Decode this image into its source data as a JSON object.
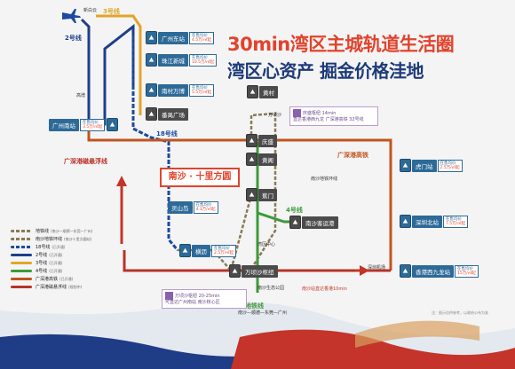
{
  "headline": {
    "line1": "30min湾区主城轨道生活圈",
    "line2": "湾区心资产 掘金价格洼地"
  },
  "colors": {
    "line2": "#1d3f8a",
    "line3": "#e2a52a",
    "line4": "#3d9a3a",
    "line18": "#1d4aa0",
    "nansha_metro_ring": "#8a7a55",
    "gz_sz_hsr": "#c0541e",
    "gz_hk_maglev": "#b83228",
    "station_blue": "#2d6a98",
    "accent_red": "#e2432d"
  },
  "line_labels": {
    "line3": "3号线",
    "line2": "2号线",
    "line18": "18号线",
    "line4": "4号线",
    "gz_sz_hsr": "广深港高铁",
    "gz_hk_maglev": "广深港磁悬浮线",
    "metro_branch": "地铁线"
  },
  "stations": {
    "xinbaiyun": "新白云",
    "guangzhou_east": {
      "name": "广州东站",
      "price_label": "在售均价",
      "price": "4.5万/㎡起"
    },
    "zhujiang_newtown": {
      "name": "珠江新城",
      "price_label": "在售均价",
      "price": "10.5万/㎡起"
    },
    "nancun_wanbo": {
      "name": "南村万博",
      "price_label": "在售均价",
      "price": "5.5万/㎡起"
    },
    "panyu_square": {
      "name": "番禺广场"
    },
    "guangzhou_south": {
      "name": "广州南站",
      "price_label": "在售均价",
      "price": "3.5万/㎡起"
    },
    "gaozeng": "高增",
    "huangcun": {
      "name": "黄村"
    },
    "wanqingsha_town": "万顷沙",
    "qingsheng": {
      "name": "庆盛"
    },
    "huangge": {
      "name": "黄阁"
    },
    "jiaomen": {
      "name": "蕉门"
    },
    "lingshan_island": {
      "name": "灵山岛",
      "price_label": "在售均价",
      "price": "4.3万/㎡起"
    },
    "hengli": {
      "name": "横沥",
      "price_label": "在售均价",
      "price": "2.5万/㎡起"
    },
    "wanqingsha_hub": {
      "name": "万顷沙枢纽"
    },
    "nansha_passenger_port": {
      "name": "南沙客运港"
    },
    "humen": {
      "name": "虎门站",
      "price_label": "在售均价",
      "price": "2.5万/㎡起"
    },
    "shenzhen_north": {
      "name": "深圳北站",
      "price_label": "在售均价",
      "price": "7.5万/㎡起"
    },
    "hk_west_kowloon": {
      "name": "香港西九龙站",
      "price_label": "在售均价",
      "price": "15万/㎡起"
    },
    "shenzhen_airport": "深圳机场"
  },
  "center_label": "南沙 · 十里方圆",
  "small_labels": {
    "nansha_metro_ring": "南沙地铁环线",
    "nansha_park": "南沙生态公园",
    "metro_branch_desc": "南沙—顺德—东莞—广州",
    "interval": "湾区中心",
    "travel_note": "南沙站直达香港10min"
  },
  "callouts": {
    "top": "庆盛枢纽 14min\n直达香港西九龙 广深港高铁 32号线",
    "bottom": "万顷沙枢纽 20-25min\n可直达广州南站 南沙核心区"
  },
  "legend": [
    {
      "label": "地铁线",
      "sub": "(南沙—顺德—东莞—广州)",
      "color": "#8a7a55",
      "dashed": true
    },
    {
      "label": "南沙地铁环线",
      "sub": "(南沙十里方圆站)",
      "color": "#8a7a55",
      "dashed": true
    },
    {
      "label": "18号线",
      "sub": "(已开通)",
      "color": "#1d4aa0",
      "dashed": true
    },
    {
      "label": "2号线",
      "sub": "(已开通)",
      "color": "#1d3f8a",
      "dashed": false
    },
    {
      "label": "3号线",
      "sub": "(已开通)",
      "color": "#e2a52a",
      "dashed": false
    },
    {
      "label": "4号线",
      "sub": "(已开通)",
      "color": "#3d9a3a",
      "dashed": false
    },
    {
      "label": "广深港高铁",
      "sub": "(已开通)",
      "color": "#c0541e",
      "dashed": false
    },
    {
      "label": "广深港磁悬浮线",
      "sub": "(规划中)",
      "color": "#b83228",
      "dashed": false
    }
  ],
  "footnote": "注：图示仅供参考，以政府公布为准"
}
